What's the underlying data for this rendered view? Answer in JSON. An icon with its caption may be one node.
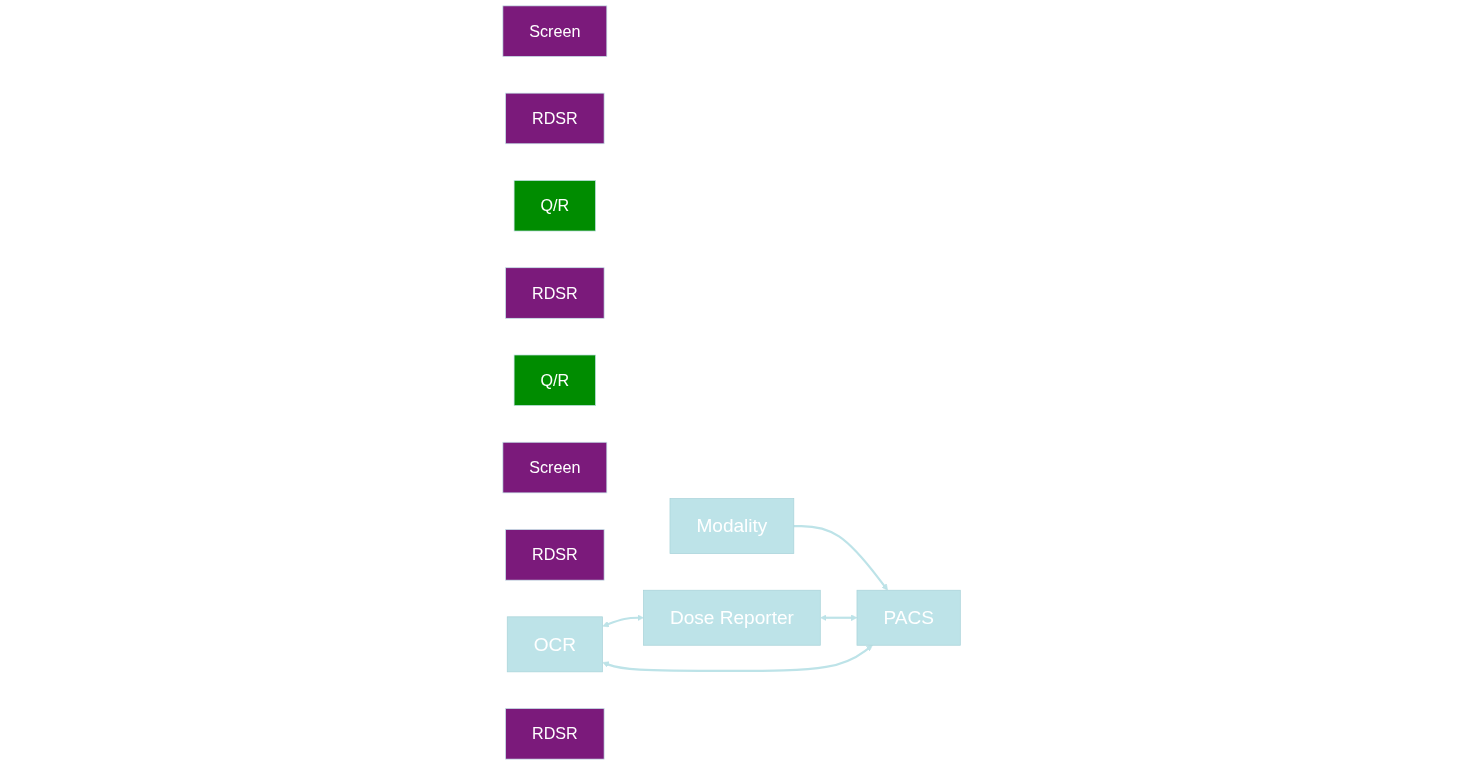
{
  "diagram": {
    "nodes": [
      {
        "text": [
          "Screen"
        ]
      },
      {
        "text": [
          "RDSR"
        ]
      },
      {
        "text": [
          "Modality"
        ]
      },
      {
        "text": [
          "PACS"
        ]
      },
      {
        "text": [
          "Q/R"
        ]
      },
      {
        "text": [
          "RDSR"
        ]
      },
      {
        "text": [
          "Q/R"
        ]
      },
      {
        "text": [
          "Screen"
        ]
      },
      {
        "text": [
          "RDSR"
        ]
      },
      {
        "text": [
          "OCR"
        ]
      },
      {
        "text": [
          "Dose Reporter"
        ]
      },
      {
        "text": [
          "RDSR"
        ]
      }
    ],
    "edges": [
      {
        "from": 2,
        "to": 3,
        "arrow": "to"
      },
      {
        "from": 10,
        "to": 3,
        "arrow": "both"
      },
      {
        "from": 9,
        "to": 3,
        "arrow": "both"
      },
      {
        "from": 9,
        "to": 10,
        "arrow": "both"
      }
    ]
  }
}
